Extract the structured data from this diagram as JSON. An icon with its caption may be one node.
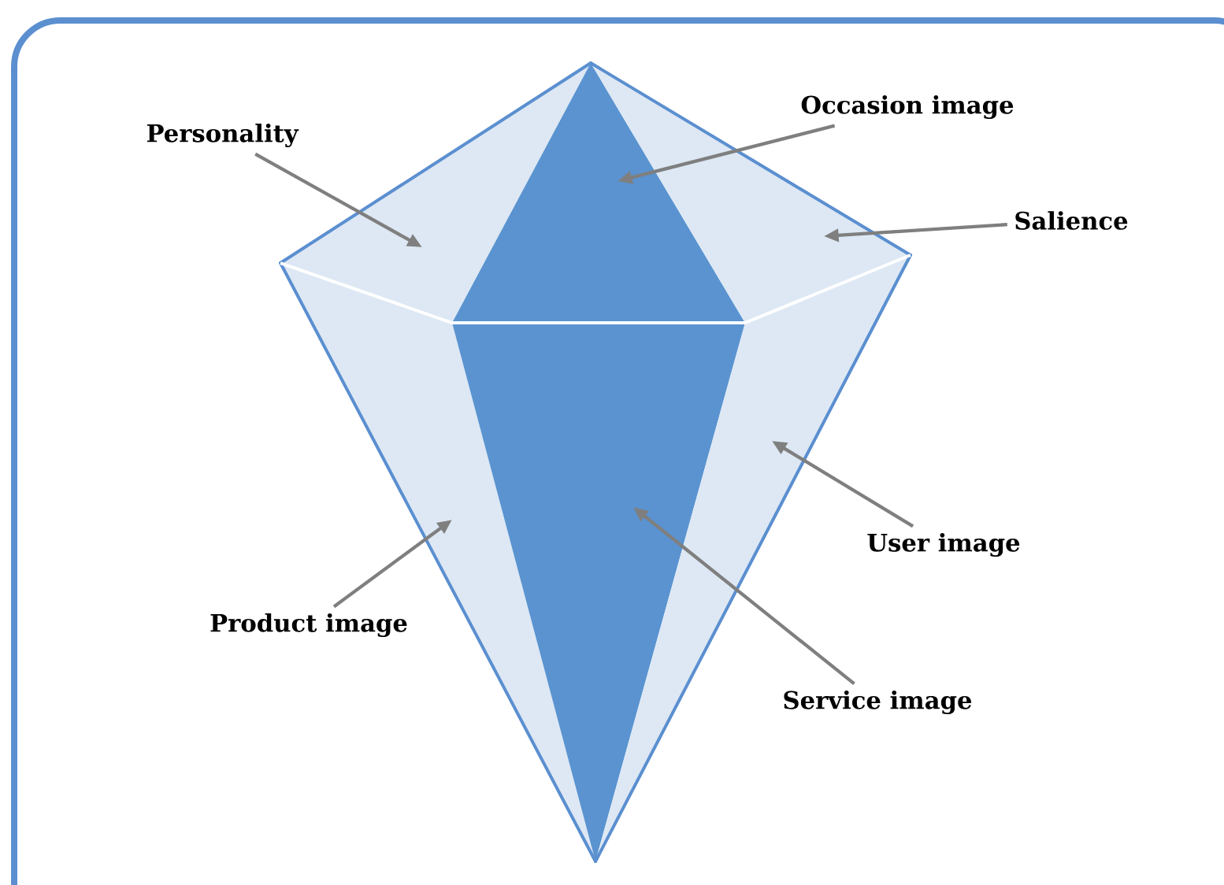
{
  "diagram": {
    "nodes": [
      {
        "text": [
          "Personality"
        ]
      },
      {
        "text": [
          "Occasion image"
        ]
      },
      {
        "text": [
          "Salience"
        ]
      },
      {
        "text": [
          "User image"
        ]
      },
      {
        "text": [
          "Product image"
        ]
      },
      {
        "text": [
          "Service image"
        ]
      },
      {
        "text": [],
        "shape": "triangle"
      },
      {
        "text": [],
        "shape": "triangle"
      },
      {
        "text": [],
        "shape": "triangle"
      },
      {
        "text": [],
        "shape": "triangle"
      },
      {
        "text": [],
        "shape": "triangle"
      },
      {
        "text": [],
        "shape": "triangle"
      }
    ],
    "edges": [
      {
        "from": 0,
        "to": 6,
        "arrow": "to"
      },
      {
        "from": 1,
        "to": 7,
        "arrow": "to"
      },
      {
        "from": 2,
        "to": 8,
        "arrow": "to"
      },
      {
        "from": 3,
        "to": 11,
        "arrow": "to"
      },
      {
        "from": 4,
        "to": 9,
        "arrow": "to"
      },
      {
        "from": 5,
        "to": 10,
        "arrow": "to"
      }
    ]
  }
}
